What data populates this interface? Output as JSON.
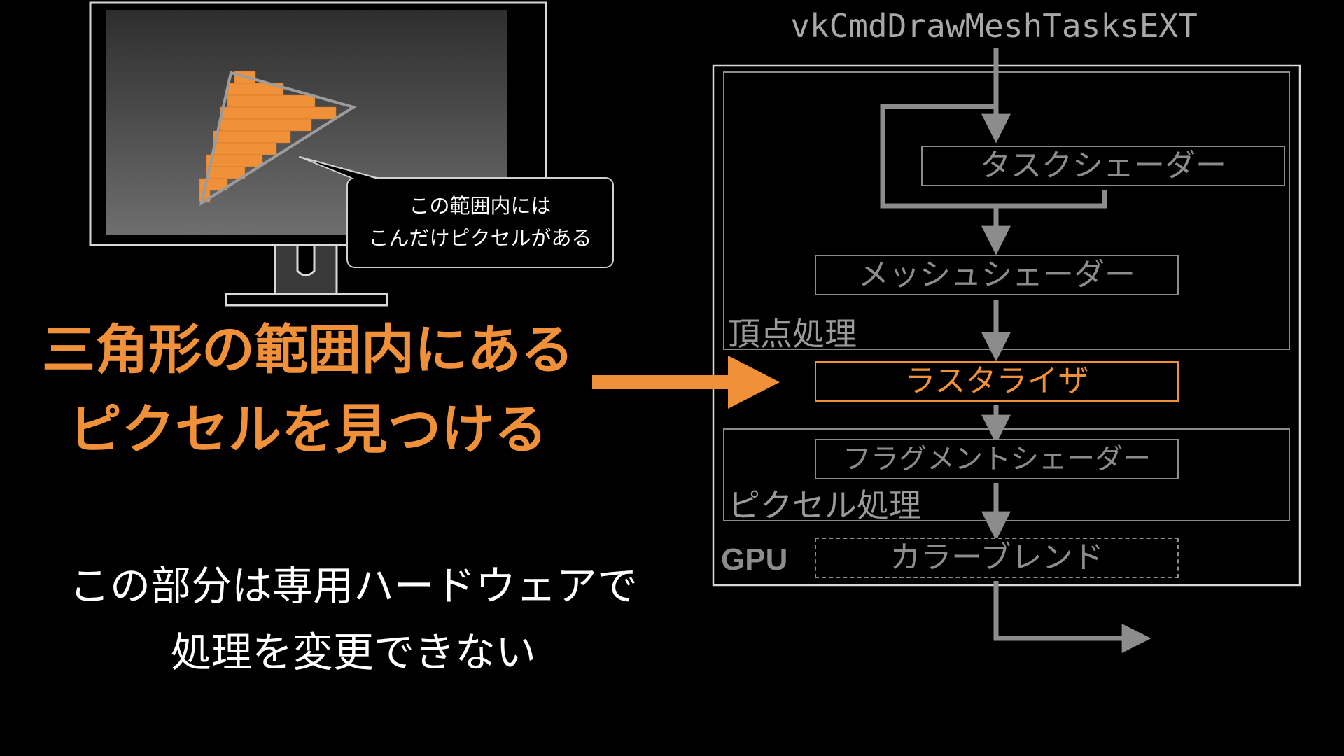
{
  "callout": {
    "line1": "この範囲内には",
    "line2": "こんだけピクセルがある"
  },
  "headline": {
    "line1": "三角形の範囲内にある",
    "line2": "ピクセルを見つける"
  },
  "note": {
    "line1": "この部分は専用ハードウェアで",
    "line2": "処理を変更できない"
  },
  "pipeline": {
    "command": "vkCmdDrawMeshTasksEXT",
    "stages": {
      "task_shader": "タスクシェーダー",
      "mesh_shader": "メッシュシェーダー",
      "rasterizer": "ラスタライザ",
      "fragment_shader": "フラグメントシェーダー",
      "color_blend": "カラーブレンド"
    },
    "groups": {
      "vertex_processing": "頂点処理",
      "pixel_processing": "ピクセル処理",
      "gpu": "GPU"
    }
  },
  "colors": {
    "accent": "#f0913a",
    "diagram_gray": "#8c8c8c",
    "text_white": "#ffffff",
    "background": "#000000"
  },
  "icons": [
    "monitor-icon",
    "triangle-raster-icon",
    "arrow-right-icon"
  ]
}
